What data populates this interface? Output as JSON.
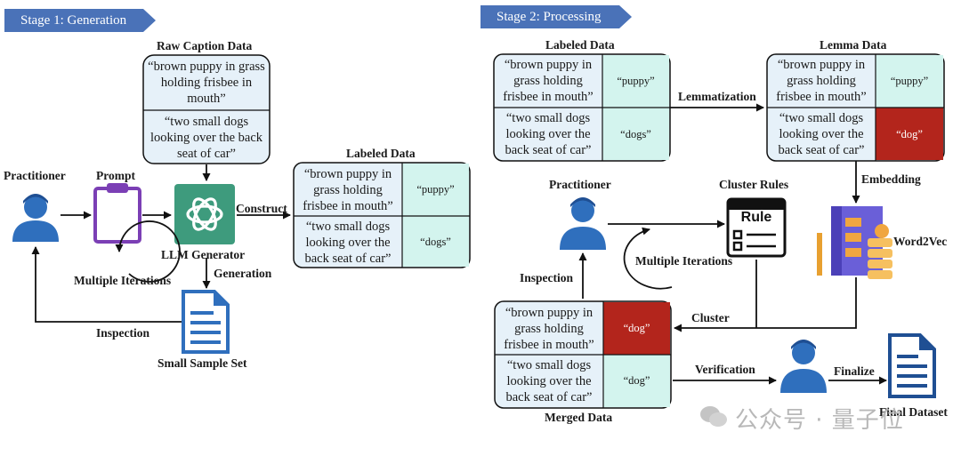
{
  "stage1": {
    "banner": "Stage 1: Generation",
    "raw_caption_title": "Raw Caption Data",
    "raw_captions": [
      "“brown puppy in grass holding frisbee in mouth”",
      "“two small dogs looking over the back seat of car”"
    ],
    "practitioner": "Practitioner",
    "prompt": "Prompt",
    "llm_generator": "LLM Generator",
    "construct": "Construct",
    "generation": "Generation",
    "multiple_iterations": "Multiple Iterations",
    "inspection": "Inspection",
    "small_sample_set": "Small Sample Set",
    "labeled_data_title": "Labeled Data",
    "labeled_rows": [
      {
        "caption": "“brown puppy in grass holding frisbee in mouth”",
        "label": "“puppy”"
      },
      {
        "caption": "“two small dogs looking over the back seat of car”",
        "label": "“dogs”"
      }
    ]
  },
  "stage2": {
    "banner": "Stage 2: Processing",
    "labeled_data_title": "Labeled Data",
    "labeled_rows": [
      {
        "caption": "“brown puppy in grass holding frisbee in mouth”",
        "label": "“puppy”"
      },
      {
        "caption": "“two small dogs looking over the back seat of car”",
        "label": "“dogs”"
      }
    ],
    "lemmatization": "Lemmatization",
    "lemma_data_title": "Lemma Data",
    "lemma_rows": [
      {
        "caption": "“brown puppy in grass holding frisbee in mouth”",
        "label": "“puppy”"
      },
      {
        "caption": "“two small dogs looking over the back seat of car”",
        "label": "“dog”"
      }
    ],
    "embedding": "Embedding",
    "word2vec": "Word2Vec",
    "practitioner": "Practitioner",
    "cluster_rules": "Cluster Rules",
    "rule_text": "Rule",
    "multiple_iterations": "Multiple Iterations",
    "inspection": "Inspection",
    "cluster": "Cluster",
    "merged_rows": [
      {
        "caption": "“brown puppy in grass holding frisbee in mouth”",
        "label": "“dog”"
      },
      {
        "caption": "“two small dogs looking over the back seat of car”",
        "label": "“dog”"
      }
    ],
    "merged_data_title": "Merged  Data",
    "verification": "Verification",
    "finalize": "Finalize",
    "final_dataset": "Final Dataset"
  },
  "watermark": "公众号 · 量子位",
  "colors": {
    "banner": "#4a72b8",
    "table_bg": "#e6f1f9",
    "label_cell": "#d3f4ee",
    "red_cell": "#b3251c",
    "person": "#2f6fbd",
    "prompt_purple": "#7b3fb5",
    "llm_green": "#3e9b7d"
  }
}
